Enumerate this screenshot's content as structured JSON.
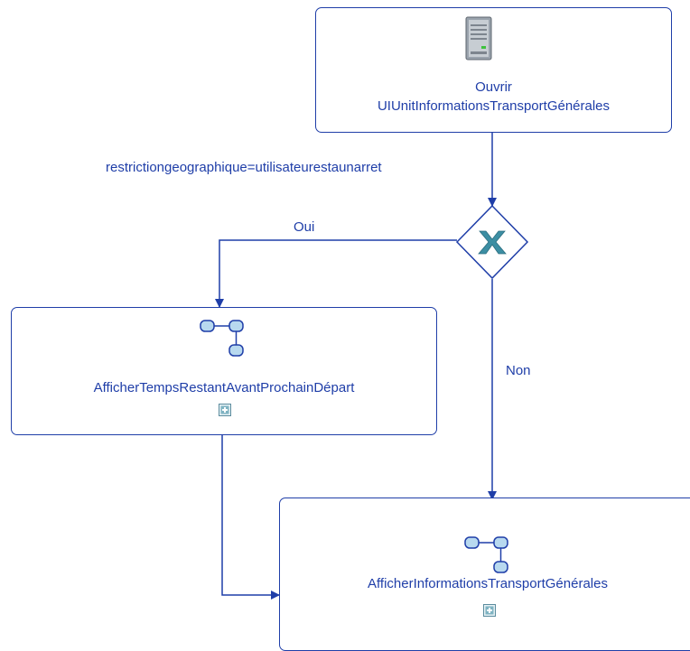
{
  "colors": {
    "stroke": "#1f3ea8",
    "text": "#1f3ea8",
    "gateway_x": "#3c8ea3",
    "expand_box": "#5b8c9e"
  },
  "nodes": {
    "open_task": {
      "icon": "server-icon",
      "line1": "Ouvrir",
      "line2": "UIUnitInformationsTransportGénérales"
    },
    "gateway": {
      "icon": "exclusive-gateway-x-icon"
    },
    "subprocess_remaining_time": {
      "icon": "subprocess-icon",
      "label": "AfficherTempsRestantAvantProchainDépart",
      "expand_icon": "plus-square-icon"
    },
    "subprocess_general_info": {
      "icon": "subprocess-icon",
      "label": "AfficherInformationsTransportGénérales",
      "expand_icon": "plus-square-icon"
    }
  },
  "edges": {
    "condition_label": "restrictiongeographique=utilisateurestaunarret",
    "yes_label": "Oui",
    "no_label": "Non"
  }
}
